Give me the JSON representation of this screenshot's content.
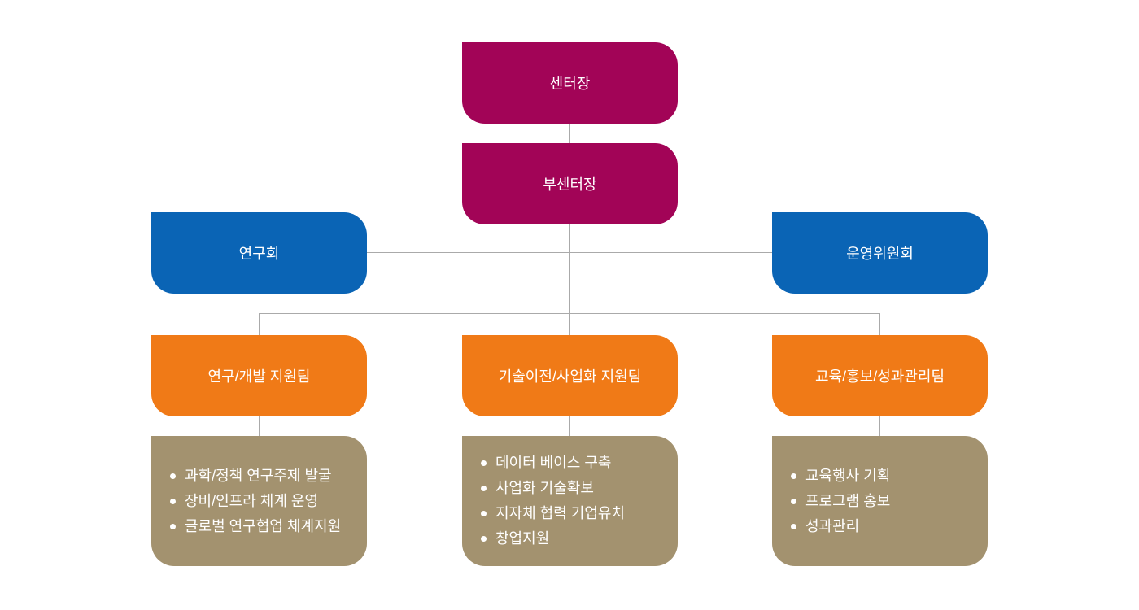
{
  "colors": {
    "director": "#a20457",
    "committee": "#0a64b5",
    "team": "#f07a17",
    "detail": "#a3926f",
    "connector": "#aaaaaa",
    "text": "#ffffff"
  },
  "org_chart": {
    "root": {
      "label": "센터장"
    },
    "deputy": {
      "label": "부센터장"
    },
    "committee_left": {
      "label": "연구회"
    },
    "committee_right": {
      "label": "운영위원회"
    },
    "teams": [
      {
        "label": "연구/개발 지원팀",
        "duties": [
          "과학/정책 연구주제 발굴",
          "장비/인프라 체계 운영",
          "글로벌 연구협업 체계지원"
        ]
      },
      {
        "label": "기술이전/사업화 지원팀",
        "duties": [
          "데이터 베이스 구축",
          "사업화 기술확보",
          "지자체 협력 기업유치",
          "창업지원"
        ]
      },
      {
        "label": "교육/홍보/성과관리팀",
        "duties": [
          "교육행사 기획",
          "프로그램 홍보",
          "성과관리"
        ]
      }
    ]
  }
}
